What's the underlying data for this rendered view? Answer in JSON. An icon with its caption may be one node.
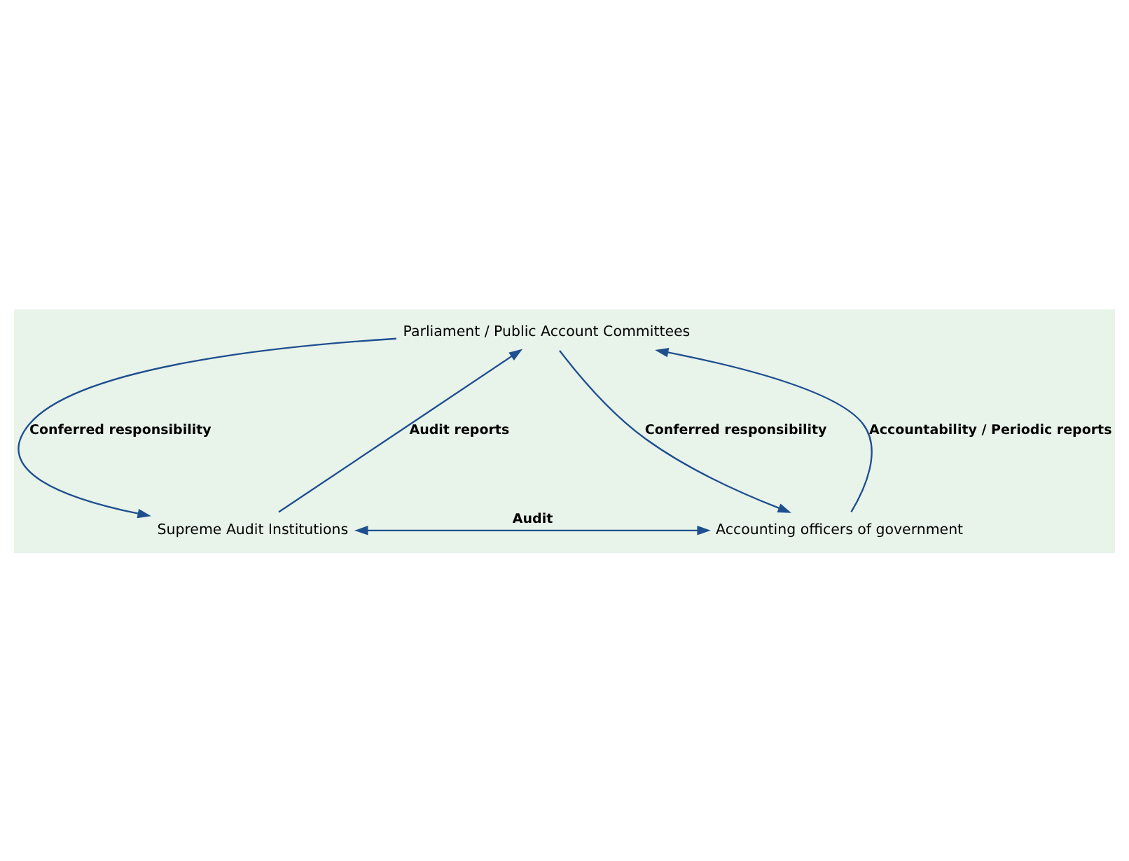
{
  "diagram": {
    "nodes": [
      {
        "text": [
          "Parliament / Public Account Committees"
        ]
      },
      {
        "text": [
          "Supreme Audit Institutions"
        ]
      },
      {
        "text": [
          "Accounting officers of government"
        ]
      }
    ],
    "edges": [
      {
        "from": 0,
        "to": 1,
        "arrow": "to",
        "label": "Conferred responsibility"
      },
      {
        "from": 0,
        "to": 2,
        "arrow": "to",
        "label": "Conferred responsibility"
      },
      {
        "from": 1,
        "to": 0,
        "arrow": "to",
        "label": "Audit reports"
      },
      {
        "from": 2,
        "to": 0,
        "arrow": "to",
        "label": "Accountability / Periodic reports"
      },
      {
        "from": 1,
        "to": 2,
        "arrow": "both",
        "label": "Audit"
      }
    ]
  }
}
